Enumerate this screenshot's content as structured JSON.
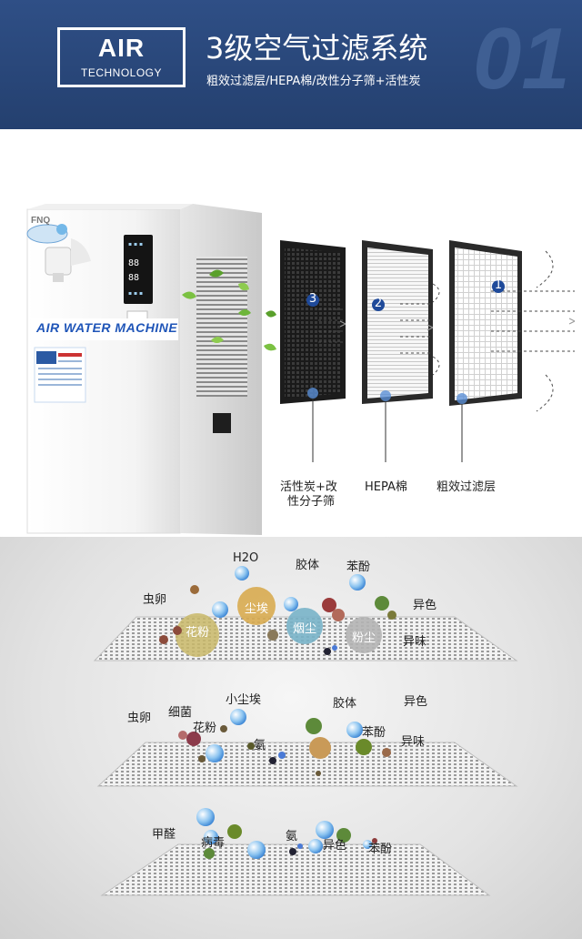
{
  "header": {
    "badge_title": "AIR",
    "badge_subtitle": "TECHNOLOGY",
    "title": "3级空气过滤系统",
    "subtitle": "粗效过滤层/HEPA棉/改性分子筛+活性炭",
    "section_number": "01"
  },
  "product": {
    "brand": "FNQ",
    "machine_label": "AIR WATER MACHINE",
    "colors": {
      "frame": "#2a2a2a",
      "badge": "#1f4a9a"
    },
    "filters": [
      {
        "number": "3",
        "caption_line1": "活性炭+改",
        "caption_line2": "性分子筛"
      },
      {
        "number": "2",
        "caption_line1": "HEPA棉",
        "caption_line2": ""
      },
      {
        "number": "1",
        "caption_line1": "粗效过滤层",
        "caption_line2": ""
      }
    ]
  },
  "layers": [
    {
      "labels": {
        "h2o": "H2O",
        "colloid": "胶体",
        "phenol": "苯酚",
        "eggs": "虫卵",
        "discolor": "异色",
        "odor": "异味"
      },
      "bubbles": {
        "pollen": "花粉",
        "dust": "尘埃",
        "smoke": "烟尘",
        "powder": "粉尘"
      }
    },
    {
      "labels": {
        "small_dust": "小尘埃",
        "colloid": "胶体",
        "discolor": "异色",
        "eggs": "虫卵",
        "bacteria": "细菌",
        "pollen": "花粉",
        "ammonia": "氨",
        "phenol": "苯酚",
        "odor": "异味"
      }
    },
    {
      "labels": {
        "formaldehyde": "甲醛",
        "virus": "病毒",
        "ammonia": "氨",
        "discolor": "异色",
        "phenol": "苯酚"
      }
    }
  ]
}
